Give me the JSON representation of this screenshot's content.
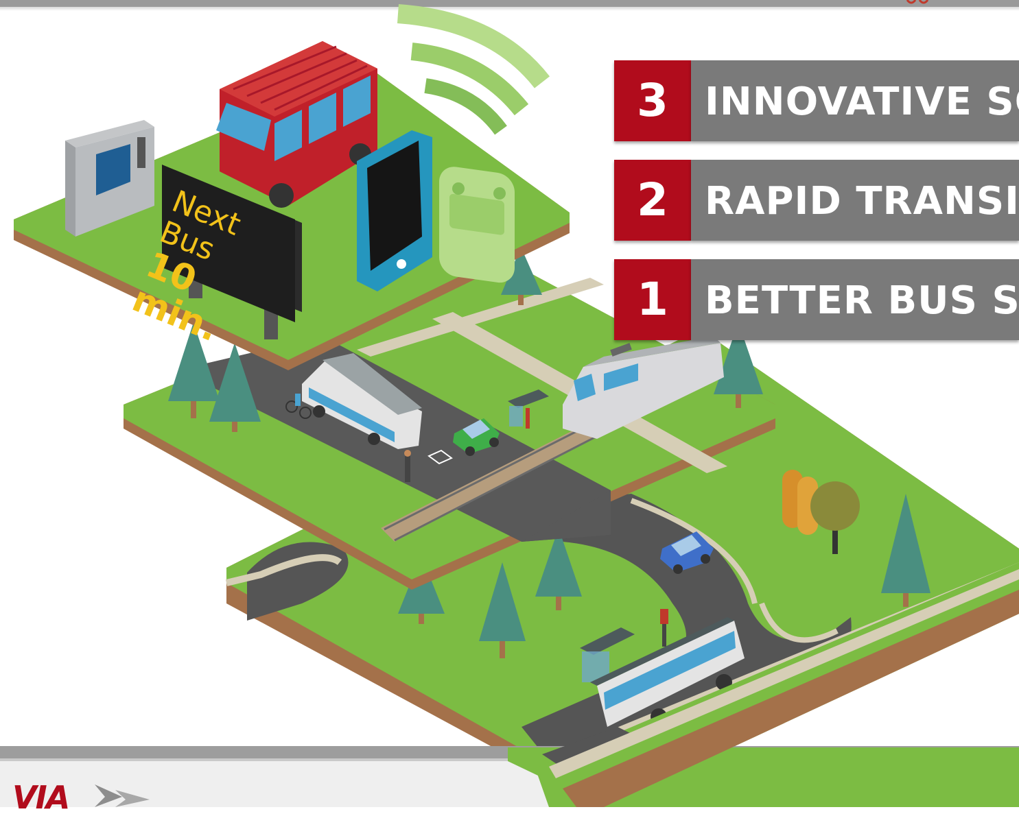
{
  "sign": {
    "line1": "Next Bus",
    "line2": "10 min."
  },
  "levels": [
    {
      "number": "3",
      "label": "INNOVATIVE SOLUTIONS"
    },
    {
      "number": "2",
      "label": "RAPID TRANSIT"
    },
    {
      "number": "1",
      "label": "BETTER BUS SYSTEM"
    }
  ],
  "logo": {
    "text": "VIA"
  },
  "colors": {
    "accent_red": "#b10c1c",
    "label_gray": "#7a7a7a",
    "grass": "#7dbb42",
    "bar_gray": "#9d9d9d"
  }
}
